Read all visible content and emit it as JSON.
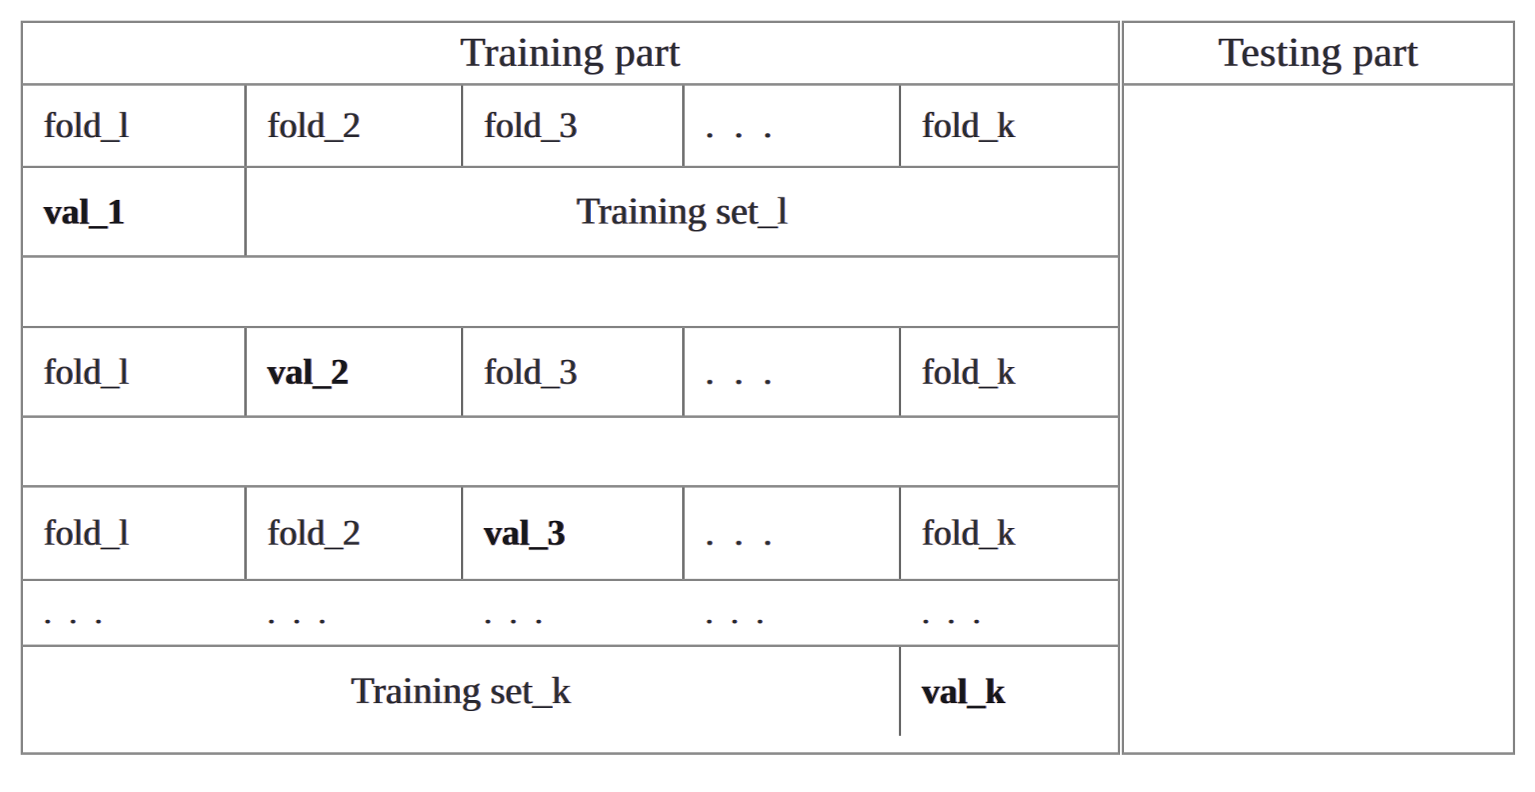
{
  "figure": {
    "kind": "k-fold-cross-validation-table",
    "panels": {
      "training": {
        "title": "Training part"
      },
      "testing": {
        "title": "Testing part"
      }
    },
    "fold_header_row": {
      "cells": [
        "fold_l",
        "fold_2",
        "fold_3",
        ". . .",
        "fold_k"
      ]
    },
    "iteration_rows": [
      {
        "id": "iteration-1",
        "validation_label": "val_1",
        "validation_position": 1,
        "training_label": "Training set_l"
      },
      {
        "id": "iteration-2",
        "cells": [
          "fold_l",
          "val_2",
          "fold_3",
          ". . .",
          "fold_k"
        ],
        "bold_index": 1
      },
      {
        "id": "iteration-3",
        "cells": [
          "fold_l",
          "fold_2",
          "val_3",
          ". . .",
          "fold_k"
        ],
        "bold_index": 2
      }
    ],
    "ellipsis_row": {
      "cells": [
        ". . .",
        ". . .",
        ". . .",
        ". . .",
        ". . ."
      ]
    },
    "final_row": {
      "training_label": "Training set_k",
      "validation_label": "val_k"
    },
    "colors": {
      "border": "#8a8a8a",
      "inner_border": "#6f6f6f",
      "text": "#2b2b34",
      "fringe_warm": "#d67e2c",
      "fringe_cool": "#2656c6",
      "background": "#ffffff"
    }
  }
}
